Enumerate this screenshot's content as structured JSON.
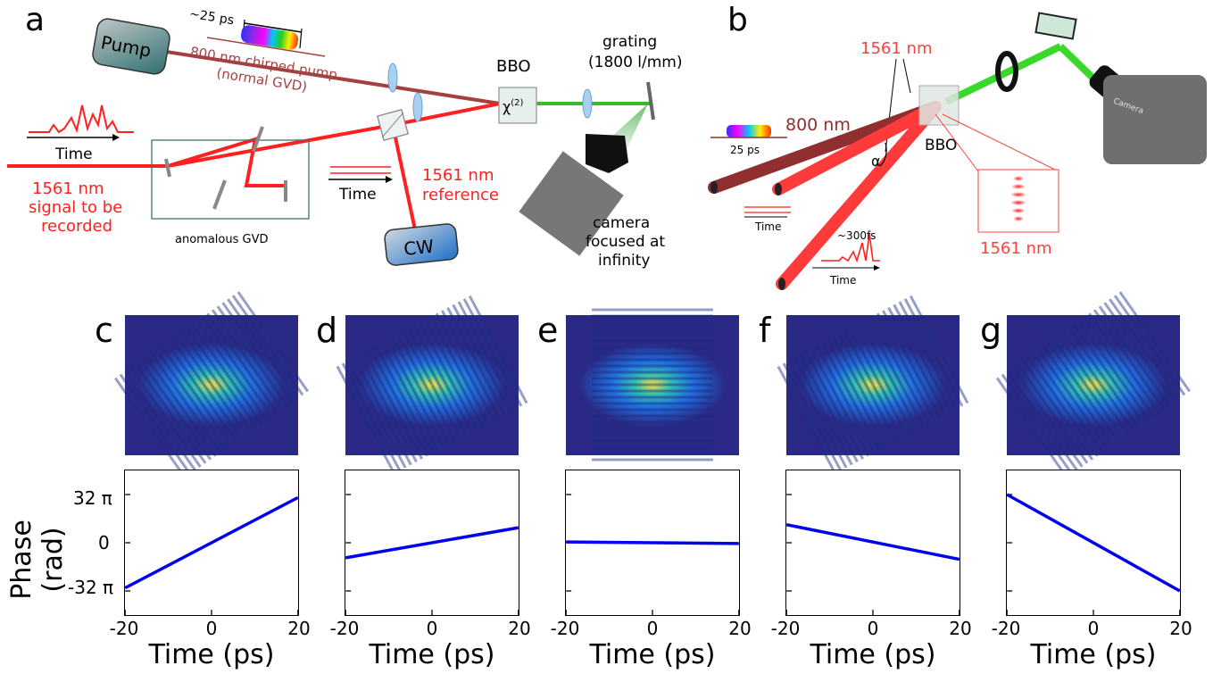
{
  "panel_a": {
    "label": "a",
    "pump": "Pump",
    "cw": "CW",
    "pulse_width": "~25 ps",
    "pump_desc_1": "800 nm chirped pump",
    "pump_desc_2": "(normal GVD)",
    "bbo": "BBO",
    "chi_base": "χ",
    "chi_sup": "(2)",
    "grating_1": "grating",
    "grating_2": "(1800 l/mm)",
    "time_label": "Time",
    "signal_1": "1561 nm",
    "signal_2": "signal to be",
    "signal_3": "recorded",
    "gvd_box": "anomalous GVD",
    "ref_1": "1561 nm",
    "ref_2": "reference",
    "camera_1": "camera",
    "camera_2": "focused at",
    "camera_3": "infinity"
  },
  "panel_b": {
    "label": "b",
    "wl_top": "1561 nm",
    "pump_wl": "800 nm",
    "pump_width": "25 ps",
    "time_label": "Time",
    "alpha": "α",
    "bbo": "BBO",
    "short_pulse": "~300fs",
    "camera_text": "Camera",
    "inset_wl": "1561 nm"
  },
  "colors": {
    "signal": "#ff2020",
    "pump": "#a4403f",
    "green": "#3aba2a",
    "line": "#0000ee",
    "heatmap_bg": "#2a2a86"
  },
  "chart_data": [
    {
      "type": "line",
      "panel": "c",
      "title": "",
      "xlabel": "Time (ps)",
      "ylabel": "Phase (rad)",
      "xlim": [
        -20,
        20
      ],
      "ylim": [
        -48,
        48
      ],
      "xticks": [
        "-20",
        "0",
        "20"
      ],
      "yticks": [
        "32 π",
        "0",
        "-32 π"
      ],
      "series": [
        {
          "x": [
            -20,
            20
          ],
          "y": [
            -30,
            30
          ]
        }
      ]
    },
    {
      "type": "line",
      "panel": "d",
      "title": "",
      "xlabel": "Time (ps)",
      "ylabel": "",
      "xlim": [
        -20,
        20
      ],
      "ylim": [
        -48,
        48
      ],
      "xticks": [
        "-20",
        "0",
        "20"
      ],
      "series": [
        {
          "x": [
            -20,
            20
          ],
          "y": [
            -10,
            10
          ]
        }
      ]
    },
    {
      "type": "line",
      "panel": "e",
      "title": "",
      "xlabel": "Time (ps)",
      "ylabel": "",
      "xlim": [
        -20,
        20
      ],
      "ylim": [
        -48,
        48
      ],
      "xticks": [
        "-20",
        "0",
        "20"
      ],
      "series": [
        {
          "x": [
            -20,
            20
          ],
          "y": [
            0.5,
            -0.5
          ]
        }
      ]
    },
    {
      "type": "line",
      "panel": "f",
      "title": "",
      "xlabel": "Time (ps)",
      "ylabel": "",
      "xlim": [
        -20,
        20
      ],
      "ylim": [
        -48,
        48
      ],
      "xticks": [
        "-20",
        "0",
        "20"
      ],
      "series": [
        {
          "x": [
            -20,
            20
          ],
          "y": [
            12,
            -11
          ]
        }
      ]
    },
    {
      "type": "line",
      "panel": "g",
      "title": "",
      "xlabel": "Time (ps)",
      "ylabel": "",
      "xlim": [
        -20,
        20
      ],
      "ylim": [
        -48,
        48
      ],
      "xticks": [
        "-20",
        "0",
        "20"
      ],
      "series": [
        {
          "x": [
            -20,
            20
          ],
          "y": [
            32,
            -32
          ]
        }
      ]
    }
  ],
  "heatmaps": [
    {
      "panel": "c",
      "orientation": "tilted-left"
    },
    {
      "panel": "d",
      "orientation": "tilted-strong"
    },
    {
      "panel": "e",
      "orientation": "horizontal"
    },
    {
      "panel": "f",
      "orientation": "tilted-strong"
    },
    {
      "panel": "g",
      "orientation": "tilted-left"
    }
  ]
}
